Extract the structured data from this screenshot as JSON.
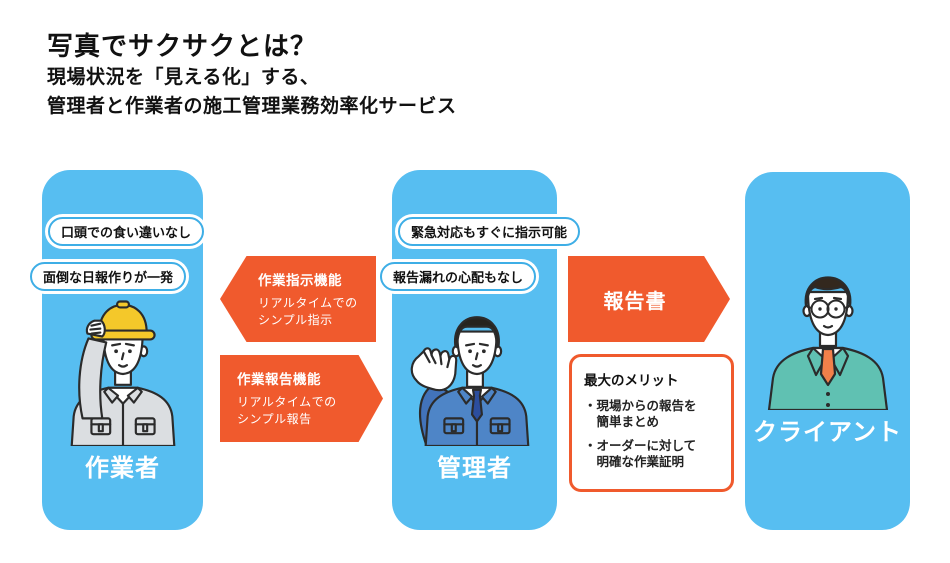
{
  "header": {
    "title": "写真でサクサクとは？",
    "subtitle_line1": "現場状況を「見える化」する、",
    "subtitle_line2": "管理者と作業者の施工管理業務効率化サービス"
  },
  "actors": {
    "worker": {
      "label": "作業者",
      "bubbles": [
        "口頭での食い違いなし",
        "面倒な日報作りが一発"
      ]
    },
    "manager": {
      "label": "管理者",
      "bubbles": [
        "緊急対応もすぐに指示可能",
        "報告漏れの心配もなし"
      ]
    },
    "client": {
      "label": "クライアント"
    }
  },
  "arrows": {
    "instruction": {
      "title": "作業指示機能",
      "subtitle": "リアルタイムでの\nシンプル指示",
      "direction": "left"
    },
    "work_report": {
      "title": "作業報告機能",
      "subtitle": "リアルタイムでの\nシンプル報告",
      "direction": "right"
    },
    "report_doc": {
      "label": "報告書",
      "direction": "right"
    }
  },
  "merit_box": {
    "title": "最大のメリット",
    "bullet": "・",
    "items": [
      "現場からの報告を\n簡単まとめ",
      "オーダーに対して\n明確な作業証明"
    ]
  },
  "colors": {
    "card_blue": "#57BEF1",
    "bubble_border_blue": "#3EAEE6",
    "accent_orange": "#F05A2D",
    "helmet_yellow": "#F4C82A",
    "worker_uniform_gray": "#DBDEE1",
    "manager_uniform_blue": "#4E85C7",
    "client_suit_teal": "#60C1B2",
    "client_tie_orange": "#F2804A",
    "label_white": "#FFFFFF",
    "text_black": "#111111"
  }
}
